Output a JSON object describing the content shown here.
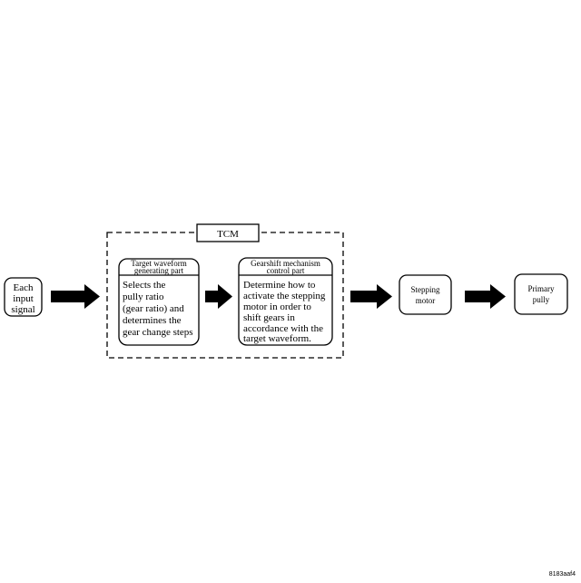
{
  "nodes": {
    "input": {
      "lines": [
        "Each",
        "input",
        "signal"
      ]
    },
    "tcm": {
      "label": "TCM"
    },
    "target": {
      "header": [
        "Target waveform",
        "generating part"
      ],
      "body": [
        "Selects the",
        "pully ratio",
        "(gear ratio) and",
        "determines the",
        "gear change steps"
      ]
    },
    "gearshift": {
      "header": [
        "Gearshift mechanism",
        "control part"
      ],
      "body": [
        "Determine how to",
        "activate the stepping",
        "motor in order to",
        "shift gears in",
        "accordance with the",
        "target waveform."
      ]
    },
    "motor": {
      "lines": [
        "Stepping",
        "motor"
      ]
    },
    "pully": {
      "lines": [
        "Primary",
        "pully"
      ]
    }
  },
  "figure_id": "8183aaf4"
}
